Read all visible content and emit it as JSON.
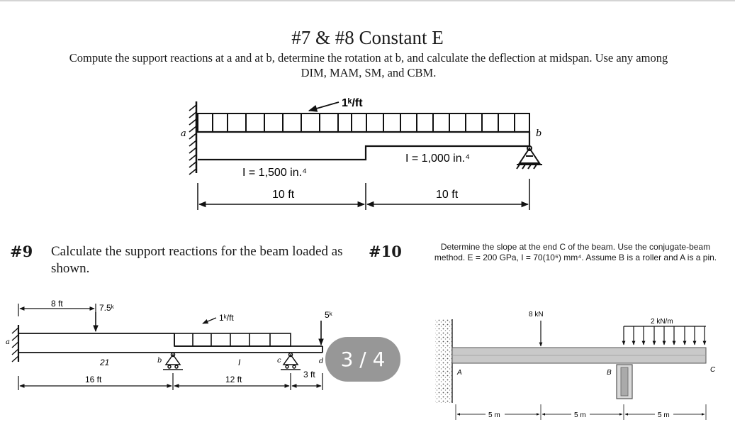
{
  "header": {
    "title": "#7 & #8 Constant E",
    "problem_7_8": "Compute the support reactions at a and at b, determine the rotation at b, and calculate the deflection at midspan. Use any among DIM, MAM, SM, and CBM."
  },
  "fig78": {
    "load": "1ᵏ/ft",
    "point_a": "a",
    "point_b": "b",
    "I_left": "I = 1,500 in.⁴",
    "I_right": "I = 1,000 in.⁴",
    "span_left": "10 ft",
    "span_right": "10 ft"
  },
  "problem9": {
    "number": "#9",
    "text": "Calculate the support reactions for the beam loaded as shown."
  },
  "fig9": {
    "dim_8ft": "8 ft",
    "load_75": "7.5ᵏ",
    "udl": "1ᵏ/ft",
    "load_5": "5ᵏ",
    "point_a": "a",
    "point_b": "b",
    "point_c": "c",
    "point_d": "d",
    "I_21": "21",
    "I_1": "I",
    "span_16": "16 ft",
    "span_12": "12 ft",
    "span_3": "3 ft"
  },
  "problem10": {
    "number": "#10",
    "text": "Determine the slope at the end C of the beam. Use the conjugate-beam method. E = 200 GPa, I = 70(10⁶) mm⁴. Assume B is a roller and A is a pin."
  },
  "fig10": {
    "load_point": "8 kN",
    "load_dist": "2 kN/m",
    "point_a": "A",
    "point_b": "B",
    "point_c": "C",
    "span_1": "5 m",
    "span_2": "5 m",
    "span_3": "5 m"
  },
  "pager": {
    "label": "3 / 4"
  }
}
